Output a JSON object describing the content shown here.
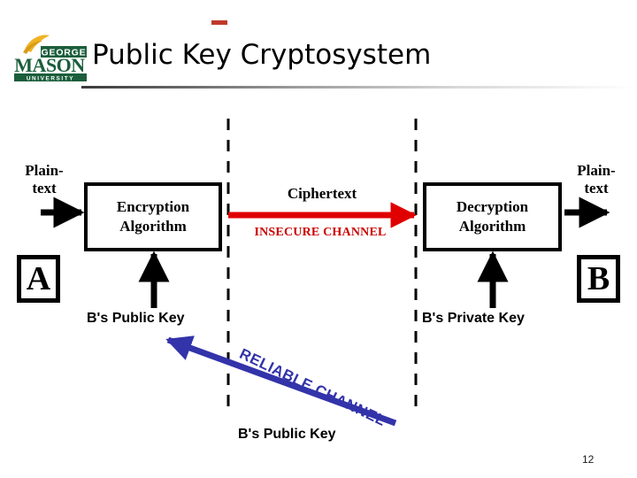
{
  "slide": {
    "title": "Public Key Cryptosystem",
    "page_number": "12",
    "accent_dash_color": "#c0392b",
    "rule_color": "#3a3a3a"
  },
  "logo": {
    "name": "george-mason-university-logo",
    "line1": "GEORGE",
    "line2": "MASON",
    "line3": "U N I V E R S I T Y",
    "green": "#1b5e3c",
    "gold": "#f0b323"
  },
  "diagram": {
    "plaintext_left_line1": "Plain-",
    "plaintext_left_line2": "text",
    "plaintext_right_line1": "Plain-",
    "plaintext_right_line2": "text",
    "encryption_line1": "Encryption",
    "encryption_line2": "Algorithm",
    "decryption_line1": "Decryption",
    "decryption_line2": "Algorithm",
    "entity_a": "A",
    "entity_b": "B",
    "ciphertext": "Ciphertext",
    "insecure_channel": "INSECURE CHANNEL",
    "insecure_channel_color": "#cc0000",
    "reliable_channel": "RELIABLE CHANNEL",
    "reliable_channel_color": "#3333aa",
    "public_key_left": "B's Public Key",
    "private_key_right": "B's Private Key",
    "public_key_bottom": "B's Public Key",
    "boundary_line_color": "#000000"
  }
}
